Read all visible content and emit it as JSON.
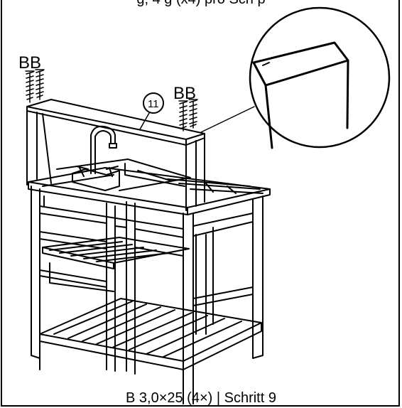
{
  "header": {
    "caption": "g, 4 g (x4) pro Sch p"
  },
  "labels": {
    "screw_left": "BB",
    "screw_right": "BB",
    "part_number": "11"
  },
  "footer": {
    "caption": "B 3,0×25 (4×) | Schritt 9"
  }
}
